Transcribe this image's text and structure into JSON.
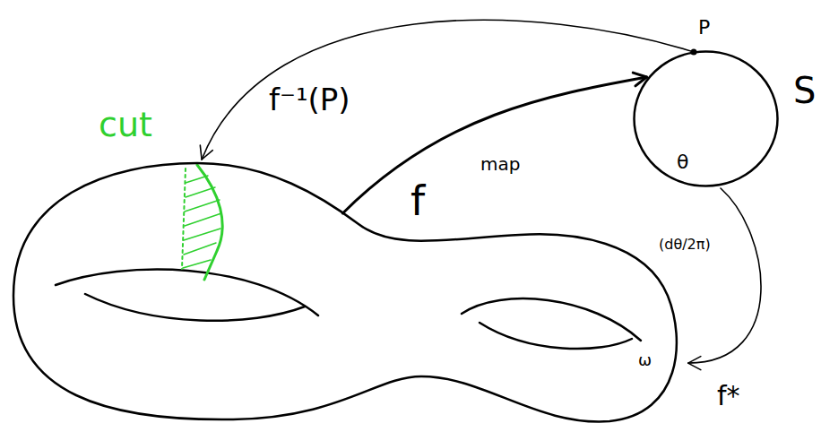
{
  "diagram": {
    "nodes": [
      {
        "text": [
          "cut",
          "ω"
        ]
      },
      {
        "text": [
          "S",
          "P",
          "θ"
        ]
      }
    ],
    "edges": [
      {
        "from": 0,
        "to": 1,
        "arrow": "to",
        "label": "f"
      },
      {
        "from": 1,
        "to": 0,
        "arrow": "to",
        "label": "f⁻¹(P)"
      },
      {
        "from": 1,
        "to": 0,
        "arrow": "to",
        "label": "f*"
      }
    ],
    "labels": [
      "map",
      "(dθ/2π)"
    ]
  }
}
